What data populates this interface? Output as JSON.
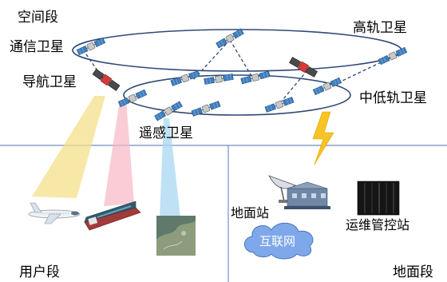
{
  "colors": {
    "divider": "#6e8fbf",
    "orbit": "#2f4a74",
    "beam_yellow": "#f4e08a",
    "beam_pink": "#f6b6c4",
    "beam_blue": "#a9d7f2",
    "satellite_panel": "#3f7fbf",
    "cloud": "#7ea8ea",
    "lightning": "#f7c325"
  },
  "sections": {
    "space": "空间段",
    "user": "用户段",
    "ground": "地面段"
  },
  "labels": {
    "comm_sat": "通信卫星",
    "nav_sat": "导航卫星",
    "high_orbit": "高轨卫星",
    "mid_low_orbit": "中低轨卫星",
    "remote_sat": "遥感卫星",
    "ground_station": "地面站",
    "internet": "互联网",
    "ops_station": "运维管控站"
  },
  "icons": {
    "satellite": "satellite-icon",
    "airplane": "airplane-icon",
    "ship": "ship-icon",
    "map": "map-image",
    "antenna": "dish-antenna-icon",
    "building": "station-building-icon",
    "server": "server-rack-icon",
    "cloud": "cloud-icon",
    "lightning": "lightning-icon"
  }
}
